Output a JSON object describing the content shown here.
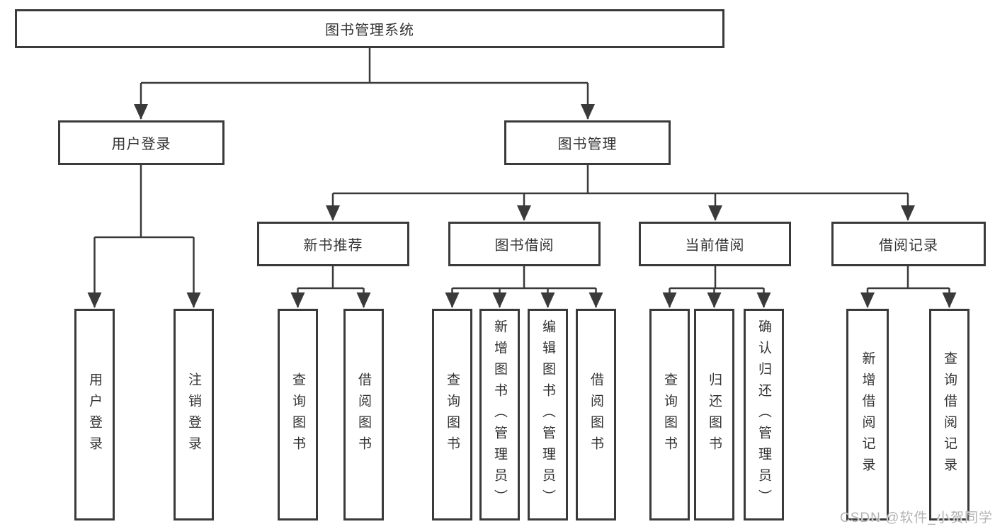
{
  "nodes": {
    "root": "图书管理系统",
    "level2": [
      "用户登录",
      "图书管理"
    ],
    "level3": [
      "新书推荐",
      "图书借阅",
      "当前借阅",
      "借阅记录"
    ],
    "level4": [
      "用户登录",
      "注销登录",
      "查询图书",
      "借阅图书",
      "查询图书",
      "新增图书（管理员）",
      "编辑图书（管理员）",
      "借阅图书",
      "查询图书",
      "归还图书",
      "确认归还（管理员）",
      "新增借阅记录",
      "查询借阅记录"
    ]
  },
  "watermark": "CSDN @软件_小贺同学",
  "colors": {
    "line": "#3a3a3a",
    "text": "#333333",
    "background": "#ffffff",
    "watermark": "#b3b3b3"
  }
}
